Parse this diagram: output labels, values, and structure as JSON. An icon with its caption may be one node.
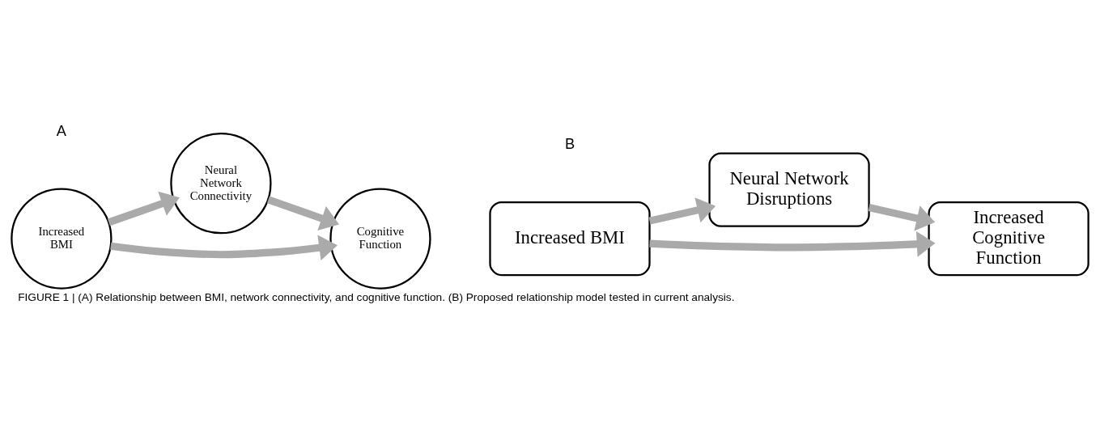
{
  "diagram": {
    "caption": "FIGURE 1 | (A) Relationship between BMI, network connectivity, and cognitive function. (B) Proposed relationship model tested in current analysis.",
    "nodes": [
      {
        "text": [
          "Increased BMI"
        ]
      },
      {
        "text": [
          "Neural Network Connectivity"
        ]
      },
      {
        "text": [
          "Cognitive Function"
        ]
      },
      {
        "text": [
          "Neural Network Disruptions"
        ]
      },
      {
        "text": [
          "Increased BMI"
        ]
      },
      {
        "text": [
          "Increased Cognitive Function"
        ]
      }
    ],
    "edges": [
      {
        "from": 0,
        "to": 1,
        "arrow": "to"
      },
      {
        "from": 0,
        "to": 2,
        "arrow": "to"
      },
      {
        "from": 1,
        "to": 2,
        "arrow": "to"
      },
      {
        "from": 4,
        "to": 3,
        "arrow": "to"
      },
      {
        "from": 3,
        "to": 5,
        "arrow": "to"
      },
      {
        "from": 4,
        "to": 5,
        "arrow": "to"
      }
    ],
    "labels": [
      "A",
      "B"
    ]
  }
}
